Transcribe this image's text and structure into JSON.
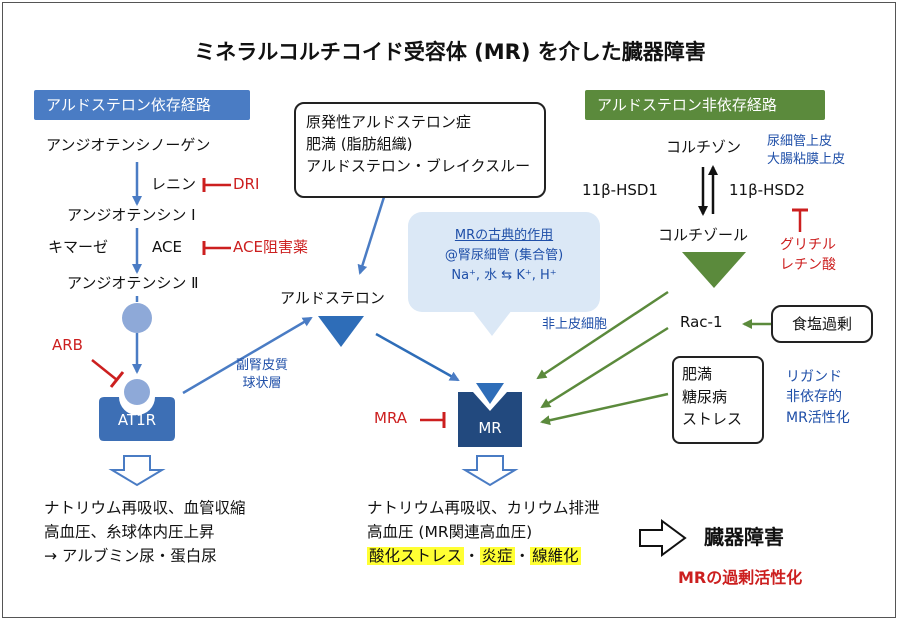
{
  "title": "ミネラルコルチコイド受容体 (MR) を介した臓器障害",
  "headers": {
    "dependent": "アルドステロン依存経路",
    "independent": "アルドステロン非依存経路"
  },
  "raas": {
    "angiotensinogen": "アンジオテンシノーゲン",
    "renin": "レニン",
    "dri": "DRI",
    "ang1": "アンジオテンシン Ⅰ",
    "chymase": "キマーゼ",
    "ace": "ACE",
    "ace_inhibitor": "ACE阻害薬",
    "ang2": "アンジオテンシン Ⅱ",
    "arb": "ARB",
    "at1r": "AT1R"
  },
  "causes_box": [
    "原発性アルドステロン症",
    "肥満 (脂肪組織)",
    "アルドステロン・ブレイクスルー"
  ],
  "aldosterone": "アルドステロン",
  "adrenal": [
    "副腎皮質",
    "球状層"
  ],
  "classic": {
    "heading": "MRの古典的作用",
    "site": "@腎尿細管 (集合管)",
    "exchange": "Na⁺, 水  ⇆  K⁺, H⁺"
  },
  "mra": "MRA",
  "mr": "MR",
  "cortisol": {
    "cortisone": "コルチゾン",
    "hsd1": "11β-HSD1",
    "hsd2": "11β-HSD2",
    "tissue": [
      "尿細管上皮",
      "大腸粘膜上皮"
    ],
    "cortisol": "コルチゾール",
    "glycyrrhizin": [
      "グリチル",
      "レチン酸"
    ]
  },
  "non_epithelial": "非上皮細胞",
  "rac1": "Rac-1",
  "salt": "食塩過剰",
  "metabolic_box": [
    "肥満",
    "糖尿病",
    "ストレス"
  ],
  "ligand_indep": [
    "リガンド",
    "非依存的",
    "MR活性化"
  ],
  "at1r_effects": [
    "ナトリウム再吸収、血管収縮",
    "高血圧、糸球体内圧上昇",
    "→ アルブミン尿・蛋白尿"
  ],
  "mr_effects": {
    "line1": "ナトリウム再吸収、カリウム排泄",
    "line2": "高血圧 (MR関連高血圧)",
    "hl1": "酸化ストレス",
    "dot1": "・",
    "hl2": "炎症",
    "dot2": "・",
    "hl3": "線維化"
  },
  "organ_damage": "臓器障害",
  "mr_overactivation": "MRの過剰活性化",
  "colors": {
    "blue": "#4a7cc4",
    "green": "#5b8a3c",
    "red": "#cc1f1f",
    "navy": "#1f4fa8",
    "dark_blue": "#2f5d9e",
    "highlight": "#ffff33"
  }
}
